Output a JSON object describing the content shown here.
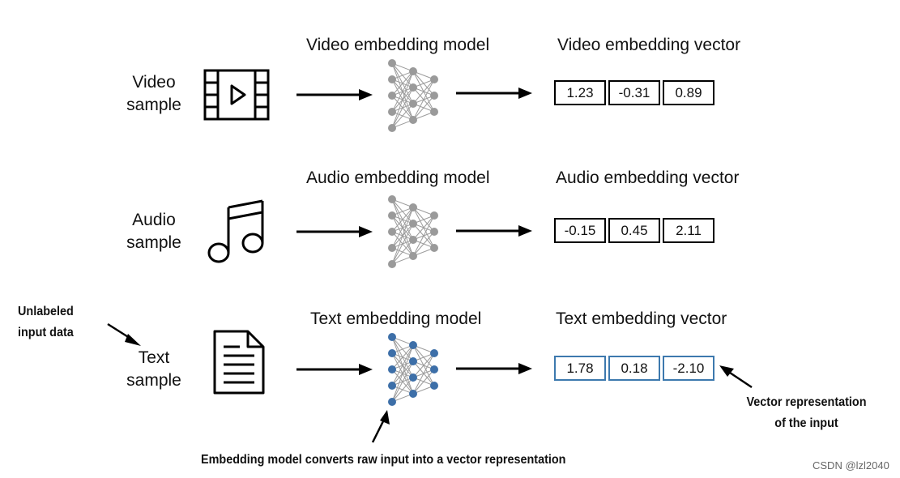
{
  "rows": [
    {
      "id": "video",
      "sample_label": "Video\nsample",
      "model_title": "Video embedding model",
      "vector_title": "Video embedding vector",
      "values": [
        "1.23",
        "-0.31",
        "0.89"
      ],
      "icon": "video-icon",
      "node_color": "#9a9a9a",
      "cell_border_color": "#000000"
    },
    {
      "id": "audio",
      "sample_label": "Audio\nsample",
      "model_title": "Audio embedding model",
      "vector_title": "Audio embedding vector",
      "values": [
        "-0.15",
        "0.45",
        "2.11"
      ],
      "icon": "music-note-icon",
      "node_color": "#9a9a9a",
      "cell_border_color": "#000000"
    },
    {
      "id": "text",
      "sample_label": "Text\nsample",
      "model_title": "Text embedding model",
      "vector_title": "Text embedding vector",
      "values": [
        "1.78",
        "0.18",
        "-2.10"
      ],
      "icon": "document-icon",
      "node_color": "#3d6fa8",
      "cell_border_color": "#3d79ae"
    }
  ],
  "annotations": {
    "unlabeled_input": "Unlabeled\ninput data",
    "vector_representation": "Vector representation\nof the input",
    "embedding_converts": "Embedding model converts raw input into a vector representation"
  },
  "watermark": "CSDN @lzl2040"
}
